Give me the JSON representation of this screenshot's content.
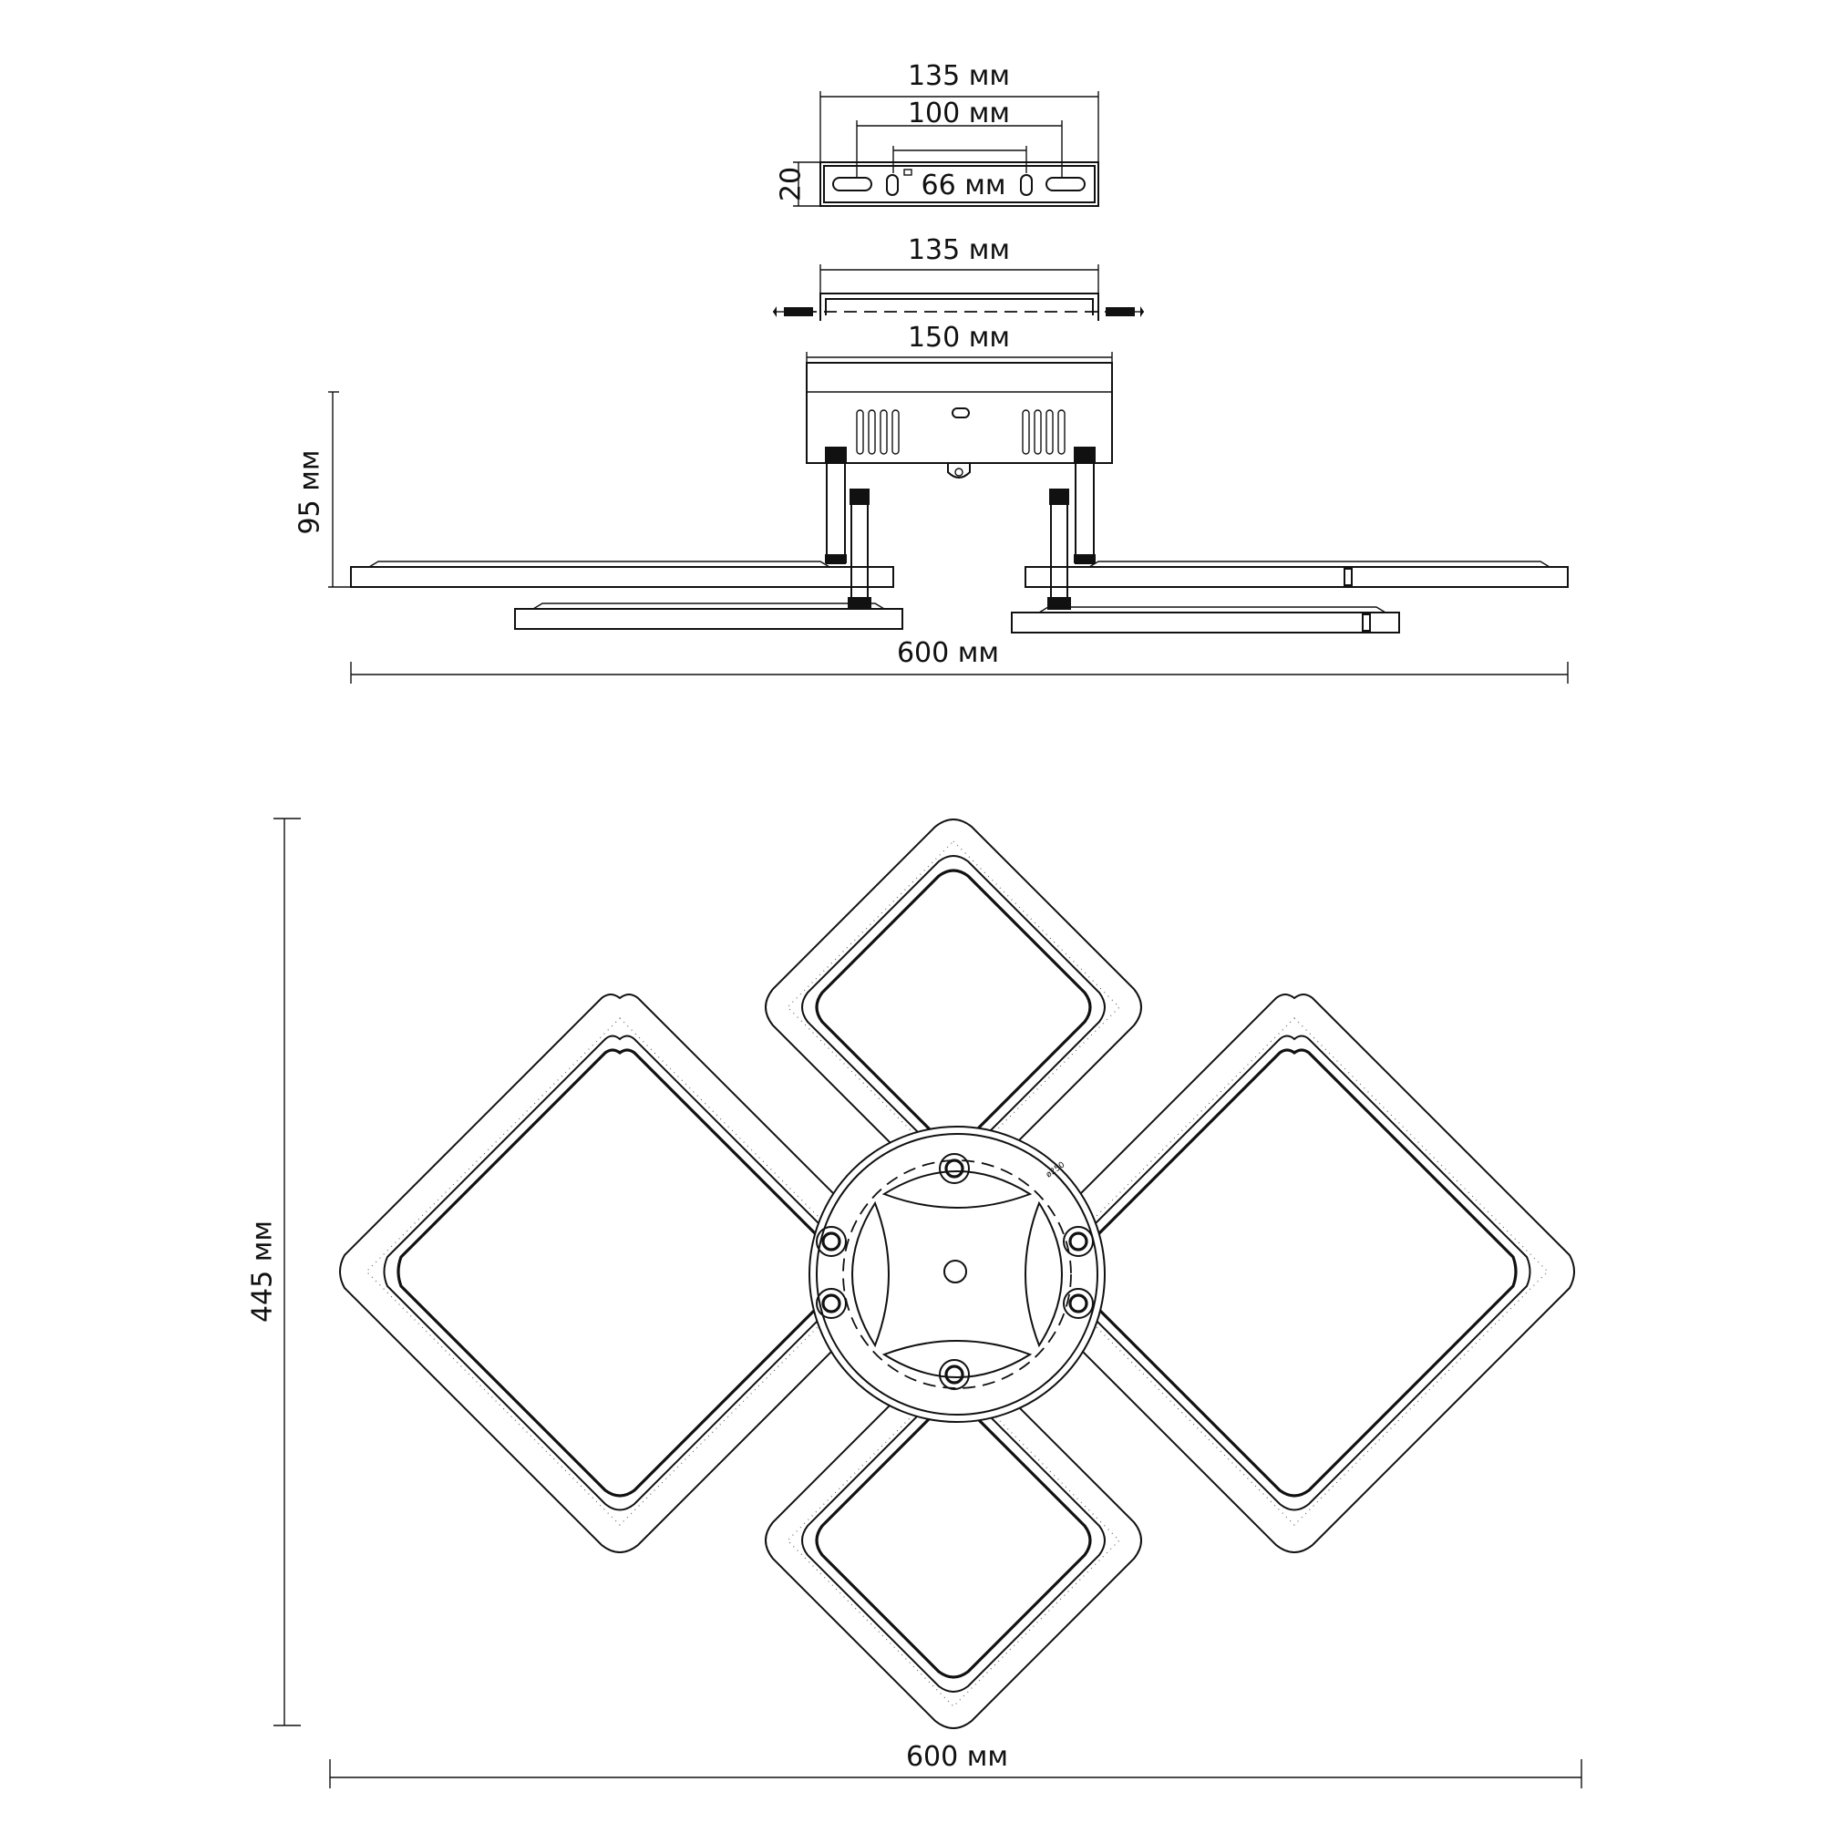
{
  "dimensions": {
    "bracket_outer": "135 мм",
    "bracket_middle": "100 мм",
    "bracket_inner": "66 мм",
    "bracket_height": "20",
    "bracket_side": "135 мм",
    "base_width": "150 мм",
    "side_height": "95 мм",
    "side_width": "600 мм",
    "top_height": "445 мм",
    "top_width": "600 мм",
    "small_label": "ø250"
  },
  "colors": {
    "line": "#111111",
    "background": "#ffffff"
  },
  "icons": [
    "screw-icon",
    "screw-icon"
  ]
}
